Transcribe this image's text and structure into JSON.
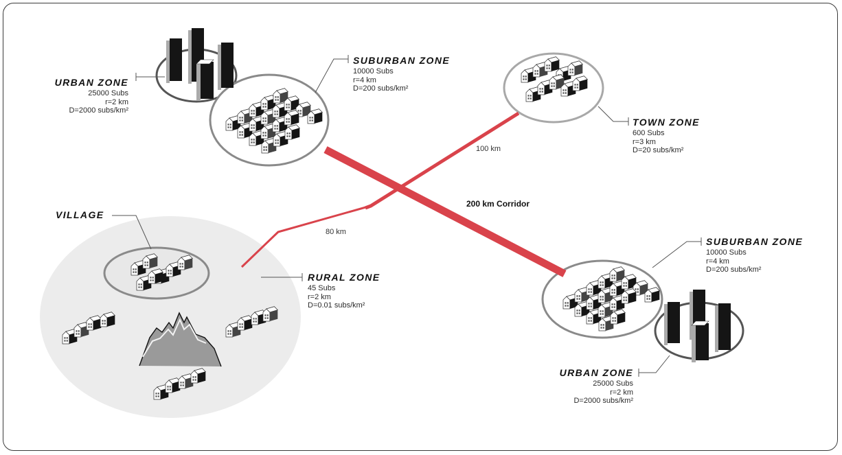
{
  "colors": {
    "route": "#d9434b",
    "zone_outline": "#8a8a8a",
    "rural_fill": "#ececec",
    "building_dark": "#151515"
  },
  "zones": {
    "urban_nw": {
      "title": "URBAN ZONE",
      "subs": "25000 Subs",
      "radius": "r=2 km",
      "density": "D=2000 subs/km²"
    },
    "suburban_n": {
      "title": "SUBURBAN ZONE",
      "subs": "10000 Subs",
      "radius": "r=4 km",
      "density": "D=200 subs/km²"
    },
    "town": {
      "title": "TOWN ZONE",
      "subs": "600 Subs",
      "radius": "r=3 km",
      "density": "D=20 subs/km²"
    },
    "village": {
      "title": "VILLAGE"
    },
    "rural": {
      "title": "RURAL ZONE",
      "subs": "45 Subs",
      "radius": "r=2 km",
      "density": "D=0.01 subs/km²"
    },
    "suburban_se": {
      "title": "SUBURBAN ZONE",
      "subs": "10000 Subs",
      "radius": "r=4 km",
      "density": "D=200 subs/km²"
    },
    "urban_se": {
      "title": "URBAN ZONE",
      "subs": "25000 Subs",
      "radius": "r=2 km",
      "density": "D=2000 subs/km²"
    }
  },
  "links": {
    "town_link": "100 km",
    "rural_link": "80 km",
    "corridor": "200 km Corridor"
  }
}
